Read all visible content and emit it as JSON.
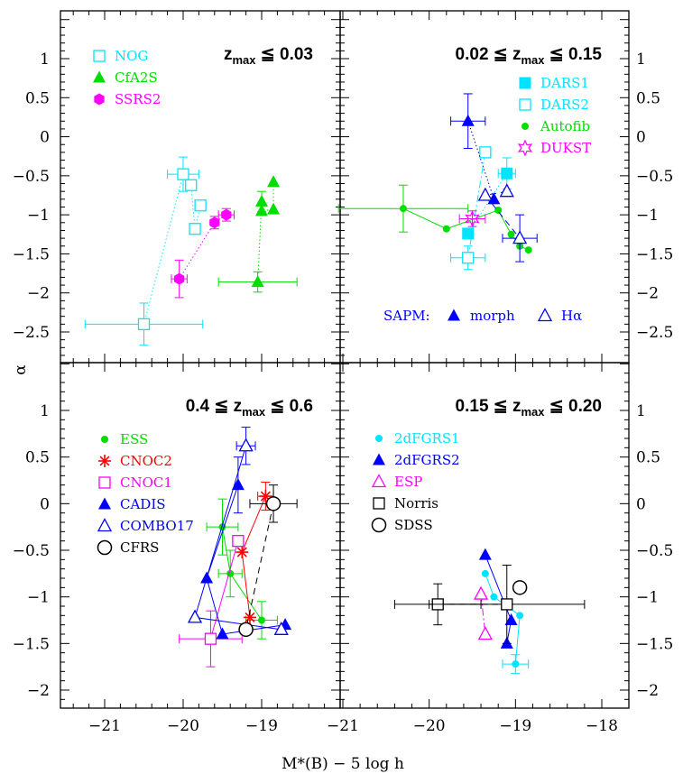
{
  "figure": {
    "xlabel": "M*(B) − 5 log h",
    "ylabel": "α",
    "xlim": [
      -21.5,
      -18
    ],
    "ylim": [
      -2.2,
      1.45
    ],
    "x_ticks": [
      "−21",
      "−20",
      "−19",
      "−18"
    ],
    "y_ticks_left": [
      "1",
      "0.5",
      "0",
      "−0.5",
      "−1",
      "−1.5",
      "−2",
      "−2.5"
    ],
    "y_ticks_right": [
      "1",
      "0.5",
      "0",
      "−0.5",
      "−1",
      "−1.5",
      "−2",
      "−2.5"
    ]
  },
  "chart_data": [
    {
      "panel": "top-left",
      "type": "scatter",
      "title_prefix": "z",
      "title_sub": "max",
      "title_suffix": " ≦ 0.03",
      "series": [
        {
          "name": "NOG",
          "color": "#00e5ff",
          "marker": "open-square",
          "line": "dotted",
          "points": [
            {
              "x": -19.78,
              "y": -0.88
            },
            {
              "x": -19.85,
              "y": -1.18
            },
            {
              "x": -19.9,
              "y": -0.62
            },
            {
              "x": -20.0,
              "y": -0.48,
              "xerr": 0.2,
              "yerr": 0.22
            },
            {
              "x": -20.5,
              "y": -2.4,
              "xerr": 0.75,
              "yerr": 0.27
            }
          ]
        },
        {
          "name": "CfA2S",
          "color": "#00dd00",
          "marker": "filled-triangle",
          "line": "dotted",
          "points": [
            {
              "x": -18.85,
              "y": -0.58
            },
            {
              "x": -18.85,
              "y": -0.93
            },
            {
              "x": -19.0,
              "y": -0.95
            },
            {
              "x": -19.0,
              "y": -0.83,
              "yerr": 0.13
            },
            {
              "x": -19.05,
              "y": -1.86,
              "xerr": 0.5,
              "yerr": 0.13
            }
          ]
        },
        {
          "name": "SSRS2",
          "color": "#ff00ff",
          "marker": "filled-hexagon",
          "line": "dotted",
          "points": [
            {
              "x": -19.45,
              "y": -1.0,
              "xerr": 0.1,
              "yerr": 0.08
            },
            {
              "x": -19.6,
              "y": -1.1,
              "yerr": 0.08
            },
            {
              "x": -20.05,
              "y": -1.82,
              "xerr": 0.1,
              "yerr": 0.24
            }
          ]
        }
      ]
    },
    {
      "panel": "top-right",
      "type": "scatter",
      "title_prefix": "0.02 ≦ z",
      "title_sub": "max",
      "title_suffix": " ≦ 0.15",
      "series": [
        {
          "name": "DARS1",
          "color": "#00e5ff",
          "marker": "filled-square",
          "line": "dotted",
          "points": [
            {
              "x": -19.1,
              "y": -0.47,
              "xerr": 0.1,
              "yerr": 0.2
            },
            {
              "x": -19.55,
              "y": -1.24
            }
          ]
        },
        {
          "name": "DARS2",
          "color": "#00e5ff",
          "marker": "open-square",
          "line": "dashdot",
          "points": [
            {
              "x": -19.35,
              "y": -0.2
            },
            {
              "x": -19.55,
              "y": -1.55,
              "xerr": 0.2,
              "yerr": 0.15
            }
          ]
        },
        {
          "name": "Autofib",
          "color": "#00dd00",
          "marker": "filled-circle",
          "line": "solid",
          "points": [
            {
              "x": -20.3,
              "y": -0.92,
              "xerr": 0.75,
              "yerr": 0.3
            },
            {
              "x": -19.8,
              "y": -1.18
            },
            {
              "x": -19.2,
              "y": -0.94
            },
            {
              "x": -19.05,
              "y": -1.25
            },
            {
              "x": -18.95,
              "y": -1.4
            },
            {
              "x": -18.85,
              "y": -1.45
            }
          ]
        },
        {
          "name": "DUKST",
          "color": "#ff00ff",
          "marker": "open-star",
          "line": "none",
          "points": [
            {
              "x": -19.5,
              "y": -1.05,
              "xerr": 0.15,
              "yerr": 0.1
            }
          ]
        },
        {
          "name": "SAPM morph",
          "color": "#0000ff",
          "marker": "filled-triangle",
          "line": "dotted",
          "points": [
            {
              "x": -19.55,
              "y": 0.2,
              "xerr": 0.2,
              "yerr": 0.35
            },
            {
              "x": -19.25,
              "y": -0.8
            }
          ]
        },
        {
          "name": "SAPM Hα",
          "color": "#0000ff",
          "marker": "open-triangle",
          "line": "dashed",
          "points": [
            {
              "x": -19.1,
              "y": -0.7
            },
            {
              "x": -19.35,
              "y": -0.75
            },
            {
              "x": -18.95,
              "y": -1.3,
              "xerr": 0.2,
              "yerr": 0.3
            }
          ]
        }
      ]
    },
    {
      "panel": "bottom-left",
      "type": "scatter",
      "title_prefix": "0.4  ≦ z",
      "title_sub": "max",
      "title_suffix": " ≦ 0.6",
      "series": [
        {
          "name": "ESS",
          "color": "#00dd00",
          "marker": "filled-circle",
          "line": "solid",
          "points": [
            {
              "x": -19.5,
              "y": -0.25,
              "xerr": 0.2,
              "yerr": 0.3
            },
            {
              "x": -19.4,
              "y": -0.75,
              "xerr": 0.15,
              "yerr": 0.25
            },
            {
              "x": -19.0,
              "y": -1.25,
              "xerr": 0.2,
              "yerr": 0.2
            }
          ]
        },
        {
          "name": "CNOC2",
          "color": "#ff0000",
          "marker": "asterisk",
          "line": "solid",
          "points": [
            {
              "x": -18.95,
              "y": 0.08,
              "xerr": 0.1,
              "yerr": 0.15
            },
            {
              "x": -19.25,
              "y": -0.52
            },
            {
              "x": -19.15,
              "y": -1.22
            }
          ]
        },
        {
          "name": "CNOC1",
          "color": "#ff00ff",
          "marker": "open-square",
          "line": "solid",
          "points": [
            {
              "x": -19.3,
              "y": -0.4
            },
            {
              "x": -19.65,
              "y": -1.45,
              "xerr": 0.4,
              "yerr": 0.3
            }
          ]
        },
        {
          "name": "CADIS",
          "color": "#0000ff",
          "marker": "filled-triangle",
          "line": "solid",
          "points": [
            {
              "x": -19.3,
              "y": 0.2,
              "yerr": 0.3
            },
            {
              "x": -19.7,
              "y": -0.8
            },
            {
              "x": -19.5,
              "y": -1.4
            },
            {
              "x": -18.7,
              "y": -1.3
            }
          ]
        },
        {
          "name": "COMBO17",
          "color": "#0000ff",
          "marker": "open-triangle",
          "line": "solid",
          "points": [
            {
              "x": -19.2,
              "y": 0.62,
              "xerr": 0.12,
              "yerr": 0.2
            },
            {
              "x": -19.85,
              "y": -1.22
            },
            {
              "x": -18.75,
              "y": -1.35
            }
          ]
        },
        {
          "name": "CFRS",
          "color": "#000000",
          "marker": "open-circle",
          "line": "dashed",
          "points": [
            {
              "x": -18.85,
              "y": 0.0,
              "xerr": 0.3,
              "yerr": 0.2
            },
            {
              "x": -19.2,
              "y": -1.35
            }
          ]
        }
      ]
    },
    {
      "panel": "bottom-right",
      "type": "scatter",
      "title_prefix": "0.15 ≦ z",
      "title_sub": "max",
      "title_suffix": " ≦ 0.20",
      "series": [
        {
          "name": "2dFGRS1",
          "color": "#00e5ff",
          "marker": "filled-circle",
          "line": "solid",
          "points": [
            {
              "x": -19.35,
              "y": -0.75
            },
            {
              "x": -19.25,
              "y": -1.0
            },
            {
              "x": -18.95,
              "y": -1.2
            },
            {
              "x": -19.0,
              "y": -1.72,
              "xerr": 0.15,
              "yerr": 0.1
            }
          ]
        },
        {
          "name": "2dFGRS2",
          "color": "#0000ff",
          "marker": "filled-triangle",
          "line": "solid",
          "points": [
            {
              "x": -19.35,
              "y": -0.55
            },
            {
              "x": -19.05,
              "y": -1.25
            },
            {
              "x": -19.1,
              "y": -1.5
            }
          ]
        },
        {
          "name": "ESP",
          "color": "#ff00ff",
          "marker": "open-triangle",
          "line": "dashdot",
          "points": [
            {
              "x": -19.4,
              "y": -0.97
            },
            {
              "x": -19.35,
              "y": -1.4
            }
          ]
        },
        {
          "name": "Norris",
          "color": "#000000",
          "marker": "open-square",
          "line": "dashed",
          "points": [
            {
              "x": -19.9,
              "y": -1.08,
              "xerr": 0.5,
              "yerr": 0.22
            },
            {
              "x": -19.1,
              "y": -1.08,
              "xerr": 0.9,
              "yerr": 0.42
            }
          ]
        },
        {
          "name": "SDSS",
          "color": "#000000",
          "marker": "open-circle",
          "line": "none",
          "points": [
            {
              "x": -18.95,
              "y": -0.9
            }
          ]
        }
      ]
    }
  ],
  "legend_tr_extra": {
    "prefix": "SAPM:",
    "item1": "morph",
    "item2": "Hα",
    "color": "#0000ff"
  }
}
